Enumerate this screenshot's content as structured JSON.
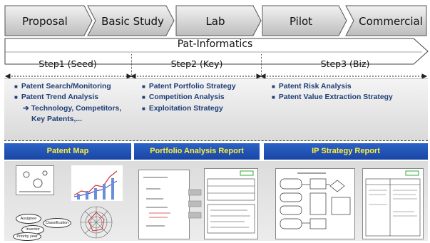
{
  "stages": [
    "Proposal",
    "Basic Study",
    "Lab",
    "Pilot",
    "Commercial"
  ],
  "banner_title": "Pat-Informatics",
  "steps": [
    {
      "label": "Step1 (Seed)",
      "bullets": [
        "Patent Search/Monitoring",
        "Patent Trend Analysis"
      ],
      "sub": [
        "➔ Technology, Competitors,",
        "Key Patents,..."
      ]
    },
    {
      "label": "Step2 (Key)",
      "bullets": [
        "Patent Portfolio Strategy",
        "Competition Analysis",
        "Exploitation Strategy"
      ]
    },
    {
      "label": "Step3 (Biz)",
      "bullets": [
        "Patent Risk Analysis",
        "Patent Value Extraction Strategy"
      ]
    }
  ],
  "reports": [
    "Patent Map",
    "Portfolio Analysis Report",
    "IP Strategy Report"
  ],
  "thumb_labels": [
    "Assignee",
    "Classification",
    "Inventor",
    "Priority year"
  ],
  "colors": {
    "report_bg": "#1f4fb2",
    "report_text": "#ffef3a",
    "bullet_text": "#1f3f78"
  }
}
